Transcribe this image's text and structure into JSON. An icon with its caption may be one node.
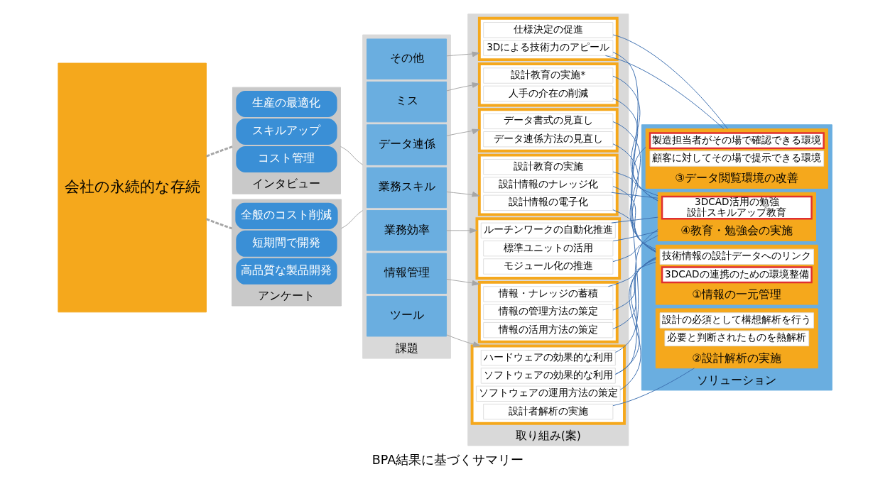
{
  "diagram": {
    "caption": "BPA結果に基づくサマリー",
    "nodes": [
      {
        "text": [
          "会社の永続的な存続"
        ]
      },
      {
        "text": [
          "インタビュー"
        ]
      },
      {
        "text": [
          "コスト管理"
        ],
        "in": 1
      },
      {
        "text": [
          "スキルアップ"
        ],
        "in": 1
      },
      {
        "text": [
          "生産の最適化"
        ],
        "in": 1
      },
      {
        "text": [
          "アンケート"
        ]
      },
      {
        "text": [
          "高品質な製品開発"
        ],
        "in": 5
      },
      {
        "text": [
          "短期間で開発"
        ],
        "in": 5
      },
      {
        "text": [
          "全般のコスト削減"
        ],
        "in": 5
      },
      {
        "text": [
          "課題"
        ]
      },
      {
        "text": [
          "ツール"
        ],
        "in": 9
      },
      {
        "text": [
          "情報管理"
        ],
        "in": 9
      },
      {
        "text": [
          "業務効率"
        ],
        "in": 9
      },
      {
        "text": [
          "業務スキル"
        ],
        "in": 9
      },
      {
        "text": [
          "データ連係"
        ],
        "in": 9
      },
      {
        "text": [
          "ミス"
        ],
        "in": 9
      },
      {
        "text": [
          "その他"
        ],
        "in": 9
      },
      {
        "text": [
          "取り組み(案)"
        ]
      },
      {
        "text": [],
        "shape": "box",
        "in": 17
      },
      {
        "text": [
          "ソフトウェアの効果的な利用"
        ],
        "in": 18
      },
      {
        "text": [
          "ソフトウェアの運用方法の策定"
        ],
        "in": 18
      },
      {
        "text": [
          "ハードウェアの効果的な利用"
        ],
        "in": 18
      },
      {
        "text": [
          "設計者解析の実施"
        ],
        "in": 18
      },
      {
        "text": [],
        "shape": "box",
        "in": 17
      },
      {
        "text": [
          "情報の管理方法の策定"
        ],
        "in": 23
      },
      {
        "text": [
          "情報・ナレッジの蓄積"
        ],
        "in": 23
      },
      {
        "text": [
          "情報の活用方法の策定"
        ],
        "in": 23
      },
      {
        "text": [],
        "shape": "box",
        "in": 17
      },
      {
        "text": [
          "標準ユニットの活用"
        ],
        "in": 27
      },
      {
        "text": [
          "ルーチンワークの自動化推進"
        ],
        "in": 27
      },
      {
        "text": [
          "モジュール化の推進"
        ],
        "in": 27
      },
      {
        "text": [],
        "shape": "box",
        "in": 17
      },
      {
        "text": [
          "設計情報のナレッジ化"
        ],
        "in": 31
      },
      {
        "text": [
          "設計情報の電子化"
        ],
        "in": 31
      },
      {
        "text": [
          "設計教育の実施"
        ],
        "in": 31
      },
      {
        "text": [],
        "shape": "box",
        "in": 17
      },
      {
        "text": [
          "データ連係方法の見直し"
        ],
        "in": 35
      },
      {
        "text": [
          "データ書式の見直し"
        ],
        "in": 35
      },
      {
        "text": [],
        "shape": "box",
        "in": 17
      },
      {
        "text": [
          "人手の介在の削減"
        ],
        "in": 38
      },
      {
        "text": [
          "設計教育の実施*"
        ],
        "in": 38
      },
      {
        "text": [],
        "shape": "box",
        "in": 17
      },
      {
        "text": [
          "仕様決定の促進"
        ],
        "in": 41
      },
      {
        "text": [
          "3Dによる技術力のアピール"
        ],
        "in": 41
      },
      {
        "text": [
          "ソリューション"
        ]
      },
      {
        "text": [
          "①情報の一元管理"
        ],
        "in": 44
      },
      {
        "text": [
          "3DCADの連携のための環境整備"
        ],
        "in": 45
      },
      {
        "text": [
          "技術情報の設計データへのリンク"
        ],
        "in": 45
      },
      {
        "text": [
          "②設計解析の実施"
        ],
        "in": 44
      },
      {
        "text": [
          "設計の必須として構想解析を行う"
        ],
        "in": 48
      },
      {
        "text": [
          "必要と判断されたものを熱解析"
        ],
        "in": 48
      },
      {
        "text": [
          "③データ閲覧環境の改善"
        ],
        "in": 44
      },
      {
        "text": [
          "顧客に対してその場で提示できる環境"
        ],
        "in": 51
      },
      {
        "text": [
          "製造担当者がその場で確認できる環境"
        ],
        "in": 51
      },
      {
        "text": [
          "④教育・勉強会の実施"
        ],
        "in": 44
      },
      {
        "text": [
          "3DCAD活用の勉強",
          "設計スキルアップ教育"
        ],
        "in": 54
      }
    ],
    "edges": [
      {
        "from": 0,
        "to": 1,
        "arrow": "none",
        "style": "dashed",
        "color": "#a6a6a6"
      },
      {
        "from": 0,
        "to": 5,
        "arrow": "none",
        "style": "dashed",
        "color": "#a6a6a6"
      },
      {
        "from": 1,
        "to": 9,
        "arrow": "none",
        "color": "#a6a6a6"
      },
      {
        "from": 5,
        "to": 9,
        "arrow": "none",
        "color": "#a6a6a6"
      },
      {
        "from": 10,
        "to": 18,
        "arrow": "to",
        "color": "#a6a6a6"
      },
      {
        "from": 11,
        "to": 23,
        "arrow": "to",
        "color": "#a6a6a6"
      },
      {
        "from": 12,
        "to": 27,
        "arrow": "to",
        "color": "#a6a6a6"
      },
      {
        "from": 13,
        "to": 31,
        "arrow": "to",
        "color": "#a6a6a6"
      },
      {
        "from": 14,
        "to": 35,
        "arrow": "to",
        "color": "#a6a6a6"
      },
      {
        "from": 15,
        "to": 38,
        "arrow": "to",
        "color": "#a6a6a6"
      },
      {
        "from": 16,
        "to": 41,
        "arrow": "to",
        "color": "#a6a6a6"
      },
      {
        "from": 19,
        "to": 45,
        "arrow": "none"
      },
      {
        "from": 19,
        "to": 54,
        "arrow": "none"
      },
      {
        "from": 20,
        "to": 45,
        "arrow": "none"
      },
      {
        "from": 21,
        "to": 51,
        "arrow": "none"
      },
      {
        "from": 22,
        "to": 48,
        "arrow": "none"
      },
      {
        "from": 24,
        "to": 45,
        "arrow": "none"
      },
      {
        "from": 25,
        "to": 45,
        "arrow": "none"
      },
      {
        "from": 26,
        "to": 45,
        "arrow": "none"
      },
      {
        "from": 28,
        "to": 54,
        "arrow": "none"
      },
      {
        "from": 29,
        "to": 54,
        "arrow": "none"
      },
      {
        "from": 30,
        "to": 54,
        "arrow": "none"
      },
      {
        "from": 32,
        "to": 45,
        "arrow": "none"
      },
      {
        "from": 32,
        "to": 54,
        "arrow": "none"
      },
      {
        "from": 33,
        "to": 45,
        "arrow": "none"
      },
      {
        "from": 34,
        "to": 54,
        "arrow": "none"
      },
      {
        "from": 36,
        "to": 45,
        "arrow": "none"
      },
      {
        "from": 37,
        "to": 45,
        "arrow": "none"
      },
      {
        "from": 39,
        "to": 54,
        "arrow": "none"
      },
      {
        "from": 40,
        "to": 54,
        "arrow": "none"
      },
      {
        "from": 42,
        "to": 51,
        "arrow": "none"
      },
      {
        "from": 43,
        "to": 51,
        "arrow": "none"
      },
      {
        "from": 43,
        "to": 45,
        "arrow": "none"
      }
    ]
  }
}
